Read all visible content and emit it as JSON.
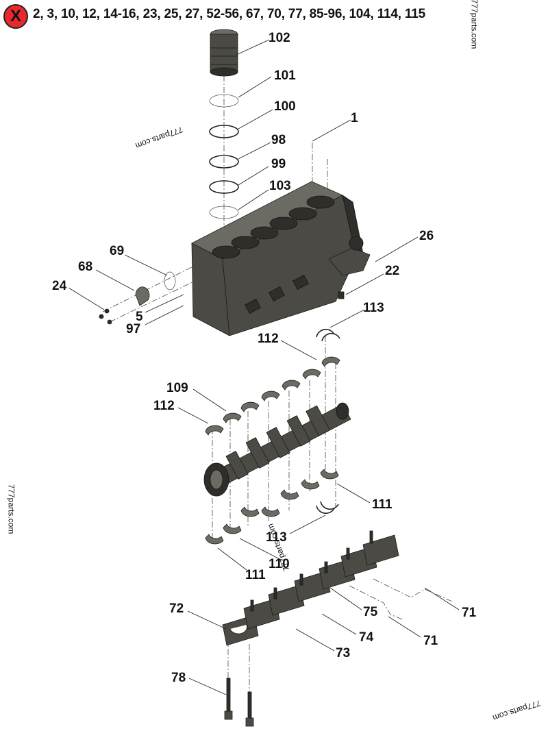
{
  "header": {
    "badge": "X",
    "excluded_items": "2, 3, 10, 12, 14-16, 23, 25, 27, 52-56, 67, 70, 77, 85-96, 104, 114, 115"
  },
  "watermark": "777parts.com",
  "callouts": [
    "102",
    "101",
    "100",
    "1",
    "98",
    "99",
    "103",
    "26",
    "69",
    "68",
    "22",
    "24",
    "5",
    "97",
    "113",
    "112",
    "109",
    "112",
    "111",
    "113",
    "110",
    "111",
    "72",
    "75",
    "71",
    "74",
    "71",
    "73",
    "78"
  ]
}
